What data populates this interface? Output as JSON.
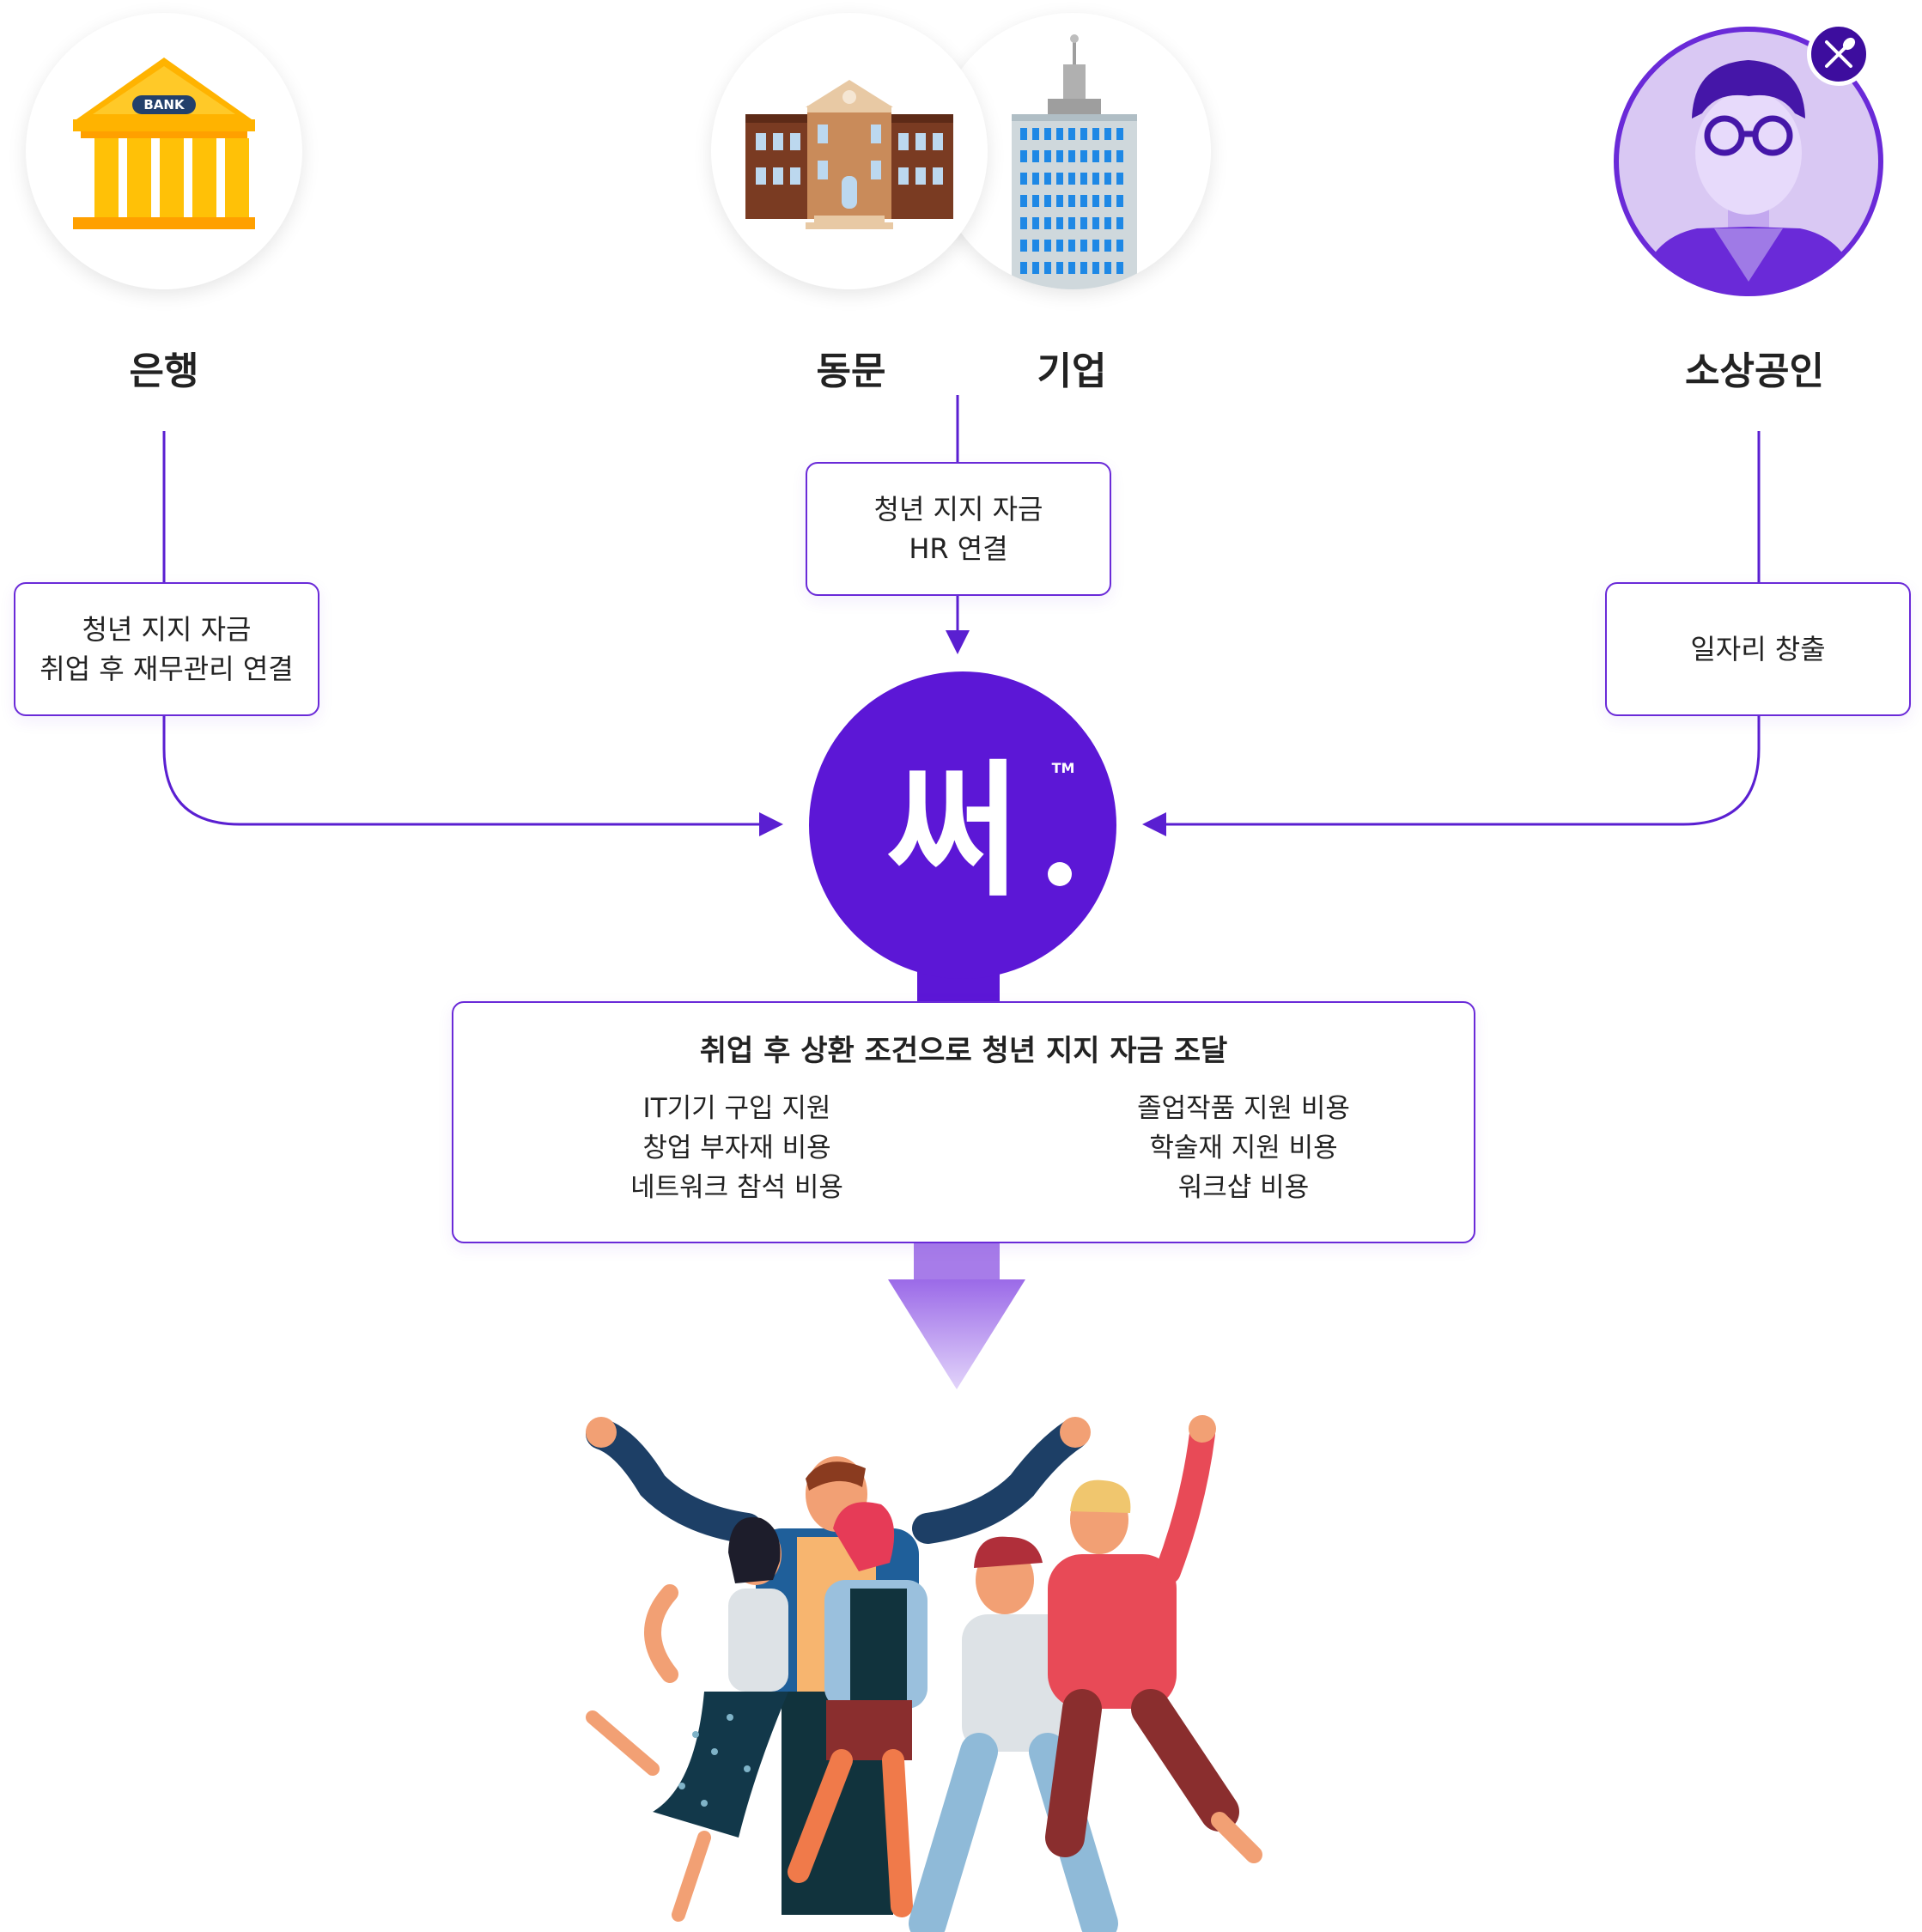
{
  "nodes": {
    "bank": {
      "label": "은행",
      "icon": "bank-icon",
      "icon_text": "BANK"
    },
    "alumni": {
      "label": "동문",
      "icon": "university-building-icon"
    },
    "company": {
      "label": "기업",
      "icon": "office-tower-icon"
    },
    "merchant": {
      "label": "소상공인",
      "icon": "merchant-avatar-icon",
      "badge_icon": "fork-knife-icon"
    }
  },
  "boxes": {
    "bank": {
      "line1": "청년 지지 자금",
      "line2": "취업 후 재무관리 연결"
    },
    "middle": {
      "line1": "청년 지지 자금",
      "line2": "HR 연결"
    },
    "merchant": {
      "line1": "일자리 창출"
    }
  },
  "center": {
    "logo_text": "써",
    "logo_tm": "TM",
    "icon": "sseo-logo-icon",
    "color": "#5c17d6"
  },
  "funding": {
    "title": "취업 후 상환 조건으로 청년 지지 자금 조달",
    "left_items": [
      "IT기기 구입 지원",
      "창업 부자재 비용",
      "네트워크 참석 비용"
    ],
    "right_items": [
      "졸업작품 지원 비용",
      "학술재 지원 비용",
      "워크샵 비용"
    ]
  },
  "people": {
    "icon": "happy-youth-group-illustration"
  },
  "colors": {
    "accent": "#5c17d6",
    "line": "#5a1fd1",
    "arrow_light": "#d9c6f7"
  }
}
